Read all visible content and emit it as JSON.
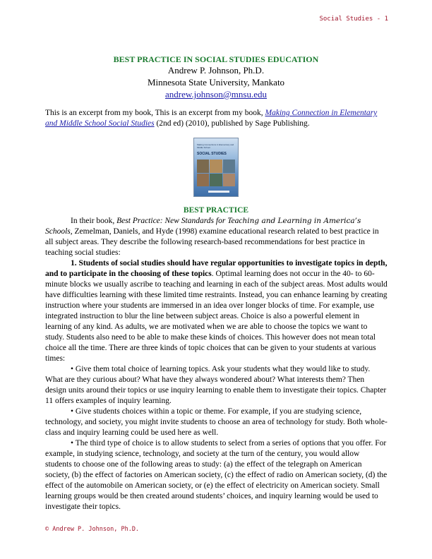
{
  "header": {
    "running_title": "Social Studies - 1"
  },
  "title_block": {
    "title": "BEST PRACTICE IN SOCIAL STUDIES EDUCATION",
    "author": "Andrew P. Johnson, Ph.D.",
    "institution": "Minnesota State University, Mankato",
    "email": "andrew.johnson@mnsu.edu"
  },
  "intro": {
    "text_before": "This is an excerpt from my book, This is an excerpt from  my book, ",
    "book_link": "Making Connection in Elementary and Middle School Social Studies",
    "text_after": " (2nd ed) (2010), published by Sage Publishing."
  },
  "cover": {
    "small_text": "Making Connections in Elementary and Middle School",
    "big_text": "SOCIAL STUDIES"
  },
  "section": {
    "heading": "BEST PRACTICE",
    "p1_a": "In their book, ",
    "p1_italic": "Best Practice: New Standards for Teac",
    "p1_script": "hing and Learning in America’s",
    "p1_italic2": "Schools,",
    "p1_b": " Zemelman, Daniels, and Hyde (1998) examine educational research related to best practice in all subject areas. They describe the following research-based recommendations for best practice in teaching social studies:",
    "p2_bold": "1. Students of social studies should have regular opportunities to investigate topics in depth, and to participate in the choosing of these topics",
    "p2_rest": ". Optimal learning does not occur in the 40- to 60-minute blocks we usually ascribe to teaching and learning in each of the subject areas. Most adults would have difficulties learning with these limited time restraints. Instead, you can enhance learning by creating instruction where your students are immersed in an idea over longer blocks of time. For example, use integrated instruction to blur the line between subject areas. Choice is also a powerful element in learning of any kind. As adults, we are motivated when we are able to choose the topics we want to study. Students also need to be able to make these kinds of choices. This however does not mean total choice all the time. There are three kinds of topic choices that can be given to your students at various times:",
    "p3": "• Give them total choice of learning topics. Ask your students what they would like to study. What are they curious about? What have they always wondered about? What interests them? Then design units around their topics or use inquiry learning to enable them to investigate their topics. Chapter 11 offers examples of inquiry learning.",
    "p4": "• Give students choices within a topic or theme. For example, if you are studying science, technology, and society, you might invite students to choose an area of technology for study. Both whole-class and inquiry learning could be used here as well.",
    "p5": "• The third type of choice is to allow students to select from a series of options that you offer. For example, in studying science, technology, and society at the turn of the century, you would allow students to choose one of the following areas to study: (a) the effect of the telegraph on American society, (b) the effect of factories on American society, (c) the effect of radio on American society, (d) the effect of the automobile on American society, or (e) the effect of electricity on American society. Small learning groups would be then created around students’ choices, and inquiry learning would be used to investigate their topics."
  },
  "footer": {
    "copyright": "© Andrew P. Johnson, Ph.D."
  }
}
